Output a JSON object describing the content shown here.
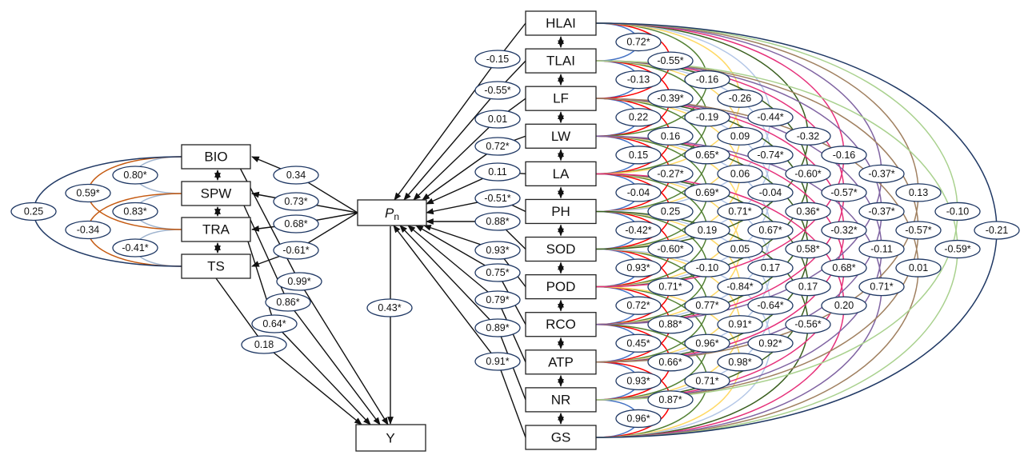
{
  "left_nodes": [
    "BIO",
    "SPW",
    "TRA",
    "TS"
  ],
  "center_nodes": {
    "pn": "P",
    "pn_sub": "n",
    "y": "Y"
  },
  "right_nodes": [
    "HLAI",
    "TLAI",
    "LF",
    "LW",
    "LA",
    "PH",
    "SOD",
    "POD",
    "RCO",
    "ATP",
    "NR",
    "GS"
  ],
  "right_correlations_by_lag": [
    [
      "0.72*",
      "-0.13",
      "0.22",
      "0.15",
      "-0.04",
      "-0.42*",
      "0.93*",
      "0.72*",
      "0.45*",
      "0.93*",
      "0.96*"
    ],
    [
      "-0.55*",
      "-0.39*",
      "0.16",
      "-0.27*",
      "0.25",
      "-0.60*",
      "0.71*",
      "0.88*",
      "0.66*",
      "0.87*"
    ],
    [
      "-0.16",
      "-0.19",
      "0.65*",
      "0.69*",
      "0.19",
      "-0.10",
      "0.77*",
      "0.96*",
      "0.71*"
    ],
    [
      "-0.26",
      "0.09",
      "0.06",
      "0.71*",
      "0.05",
      "-0.84*",
      "0.91*",
      "0.98*"
    ],
    [
      "-0.44*",
      "-0.74*",
      "-0.04",
      "0.67*",
      "0.17",
      "-0.64*",
      "0.92*"
    ],
    [
      "-0.32",
      "-0.60*",
      "0.36*",
      "0.58*",
      "0.17",
      "-0.56*"
    ],
    [
      "-0.16",
      "-0.57*",
      "-0.32*",
      "0.68*",
      "0.20"
    ],
    [
      "-0.37*",
      "-0.37*",
      "-0.11",
      "0.71*"
    ],
    [
      "0.13",
      "-0.57*",
      "0.01"
    ],
    [
      "-0.10",
      "-0.59*"
    ],
    [
      "-0.21"
    ]
  ],
  "right_to_pn": [
    "-0.15",
    "-0.55*",
    "0.01",
    "0.72*",
    "0.11",
    "-0.51*",
    "0.88*",
    "0.93*",
    "0.75*",
    "0.79*",
    "0.89*",
    "0.91*"
  ],
  "pn_to_left": [
    "0.34",
    "0.73*",
    "0.68*",
    "-0.61*"
  ],
  "left_to_y": [
    "0.99*",
    "0.86*",
    "0.64*",
    "0.18"
  ],
  "pn_to_y": "0.43*",
  "left_correlations_by_lag": [
    [
      "0.80*",
      "0.83*",
      "-0.41*"
    ],
    [
      "0.59*",
      "-0.34"
    ],
    [
      "0.25"
    ]
  ],
  "colors": {
    "right_lags": [
      "#4472c4",
      "#ff0000",
      "#548235",
      "#ffd966",
      "#b4c7e7",
      "#3a5f1f",
      "#e6307a",
      "#8064a2",
      "#a08060",
      "#a9d18e",
      "#1f3864"
    ],
    "left_lags": [
      "#9fb4cf",
      "#c55a11",
      "#1f3864"
    ],
    "label_border": "#1f3864"
  }
}
